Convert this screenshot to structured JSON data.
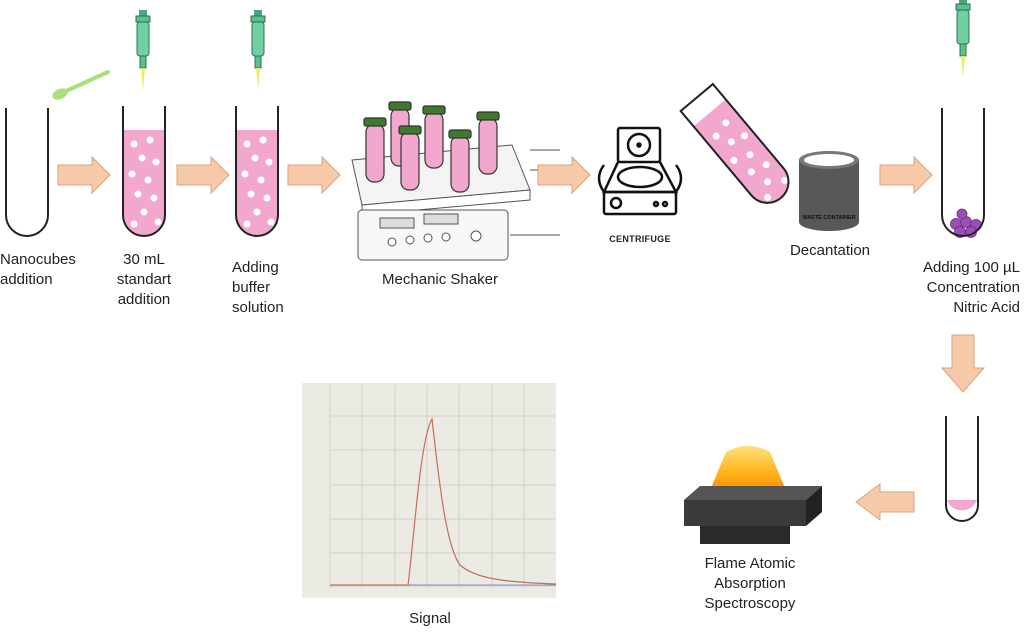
{
  "steps": {
    "nanocubes": "Nanocubes addition",
    "standard": "30 mL standart addition",
    "buffer": "Adding buffer solution",
    "shaker": "Mechanic Shaker",
    "centrifuge": "CENTRIFUGE",
    "waste": "WASTE CONTAINER",
    "decantation": "Decantation",
    "nitric": "Adding 100 µL Concentration Nitric Acid",
    "faas": "Flame Atomic Absorption Spectroscopy",
    "signal": "Signal"
  },
  "colors": {
    "pink": "#f2a7cf",
    "arrow": "#f6c9a8",
    "arrow_border": "#dba37e",
    "green": "#5bbf8f",
    "purple": "#9b4fb5"
  }
}
